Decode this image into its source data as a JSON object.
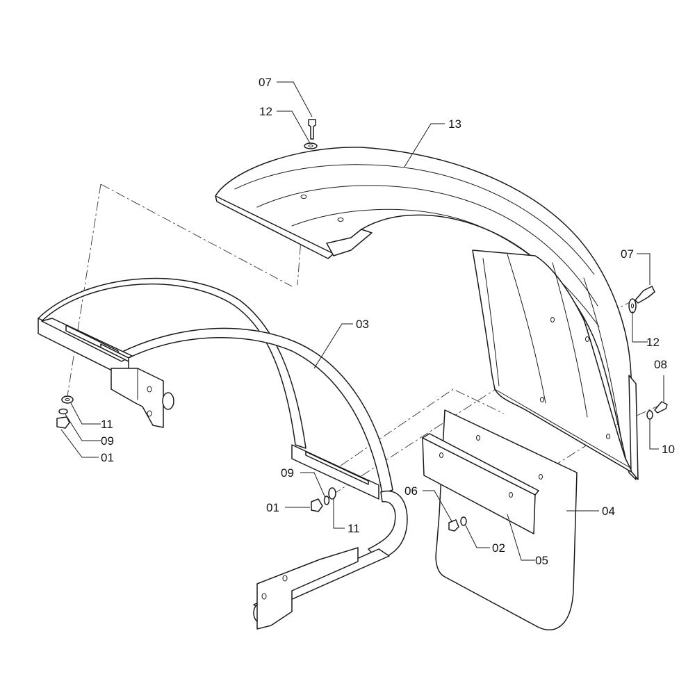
{
  "callouts": {
    "top_bolt": "07",
    "top_washer": "12",
    "fender": "13",
    "right_bolt": "07",
    "right_washer": "12",
    "screw": "08",
    "screw_washer": "10",
    "bracket_arc": "03",
    "left_washer": "11",
    "left_lockwasher": "09",
    "left_nut": "01",
    "mid_lockwasher": "09",
    "mid_nut": "01",
    "mid_washer": "11",
    "flap_nut": "06",
    "flap_washer": "02",
    "flap_strip": "05",
    "mud_flap": "04"
  }
}
